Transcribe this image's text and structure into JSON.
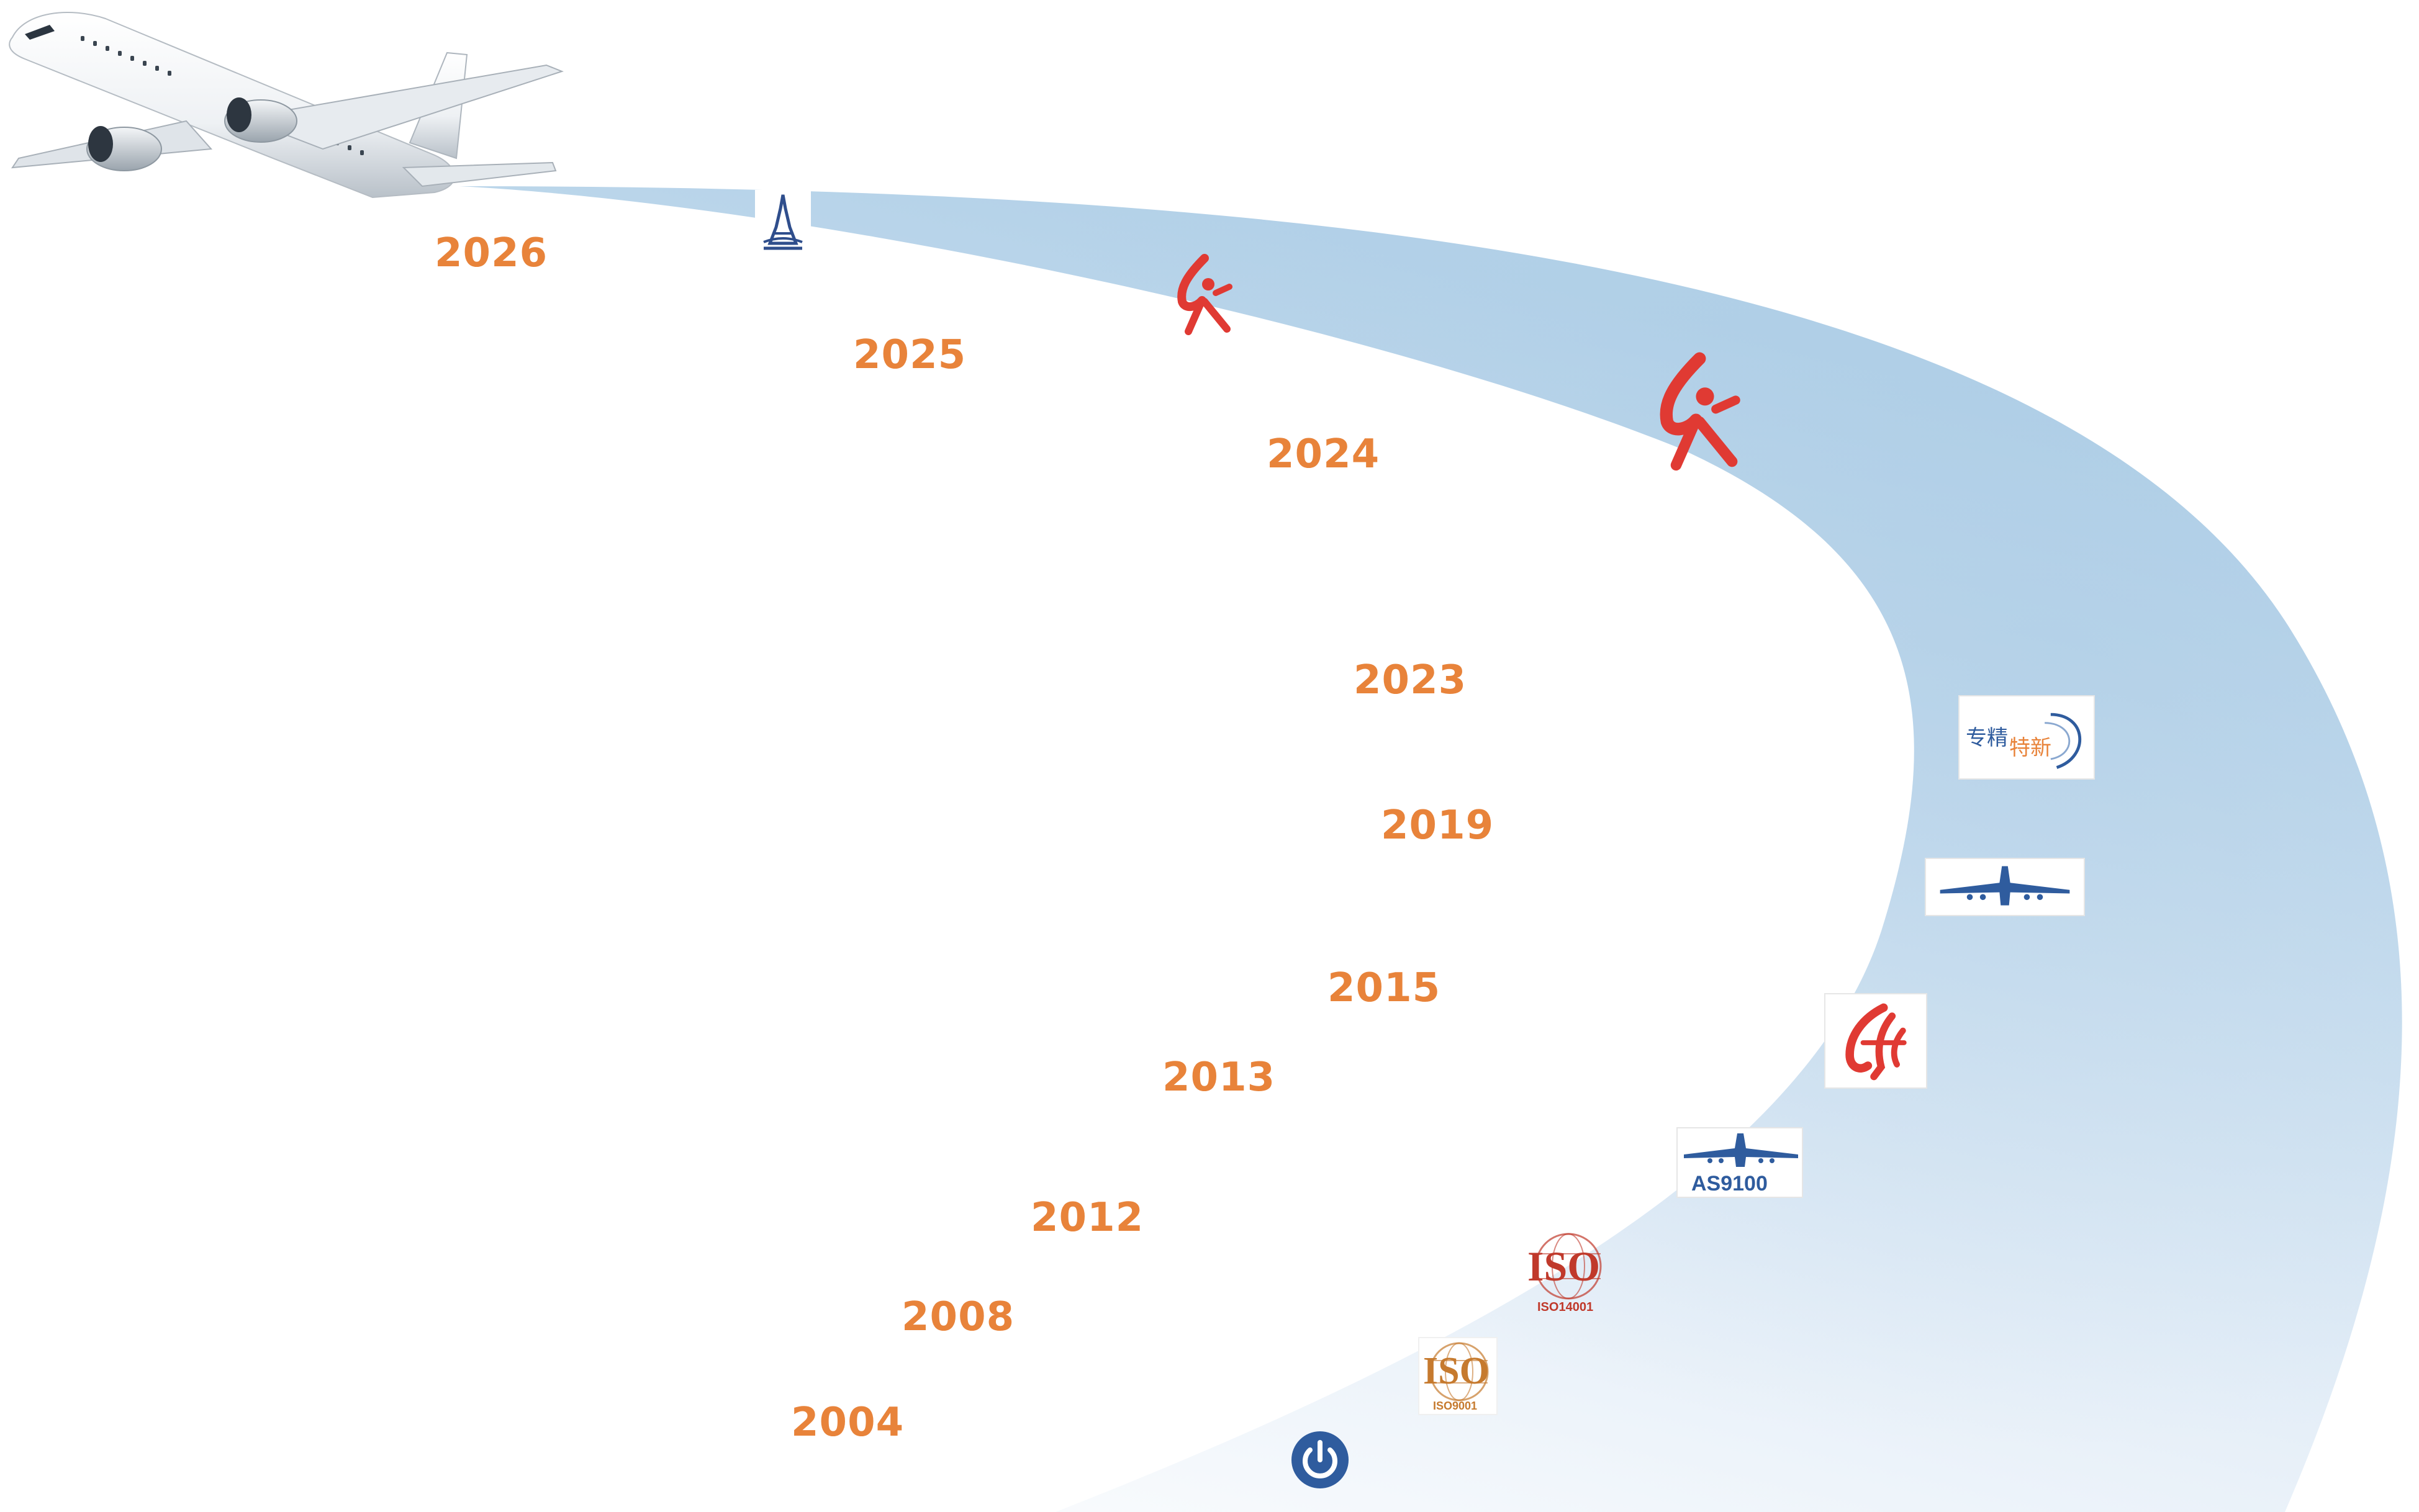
{
  "colors": {
    "year_text": "#E8833A",
    "band_light": "#EAF2F9",
    "band_dark": "#B3D1E8",
    "brand_blue": "#2F5C9E",
    "iso_red": "#C0392B",
    "iso_orange": "#C67A2E",
    "emblem_red": "#E03A33"
  },
  "timeline": {
    "years": [
      {
        "label": "2026"
      },
      {
        "label": "2025"
      },
      {
        "label": "2024"
      },
      {
        "label": "2023"
      },
      {
        "label": "2019"
      },
      {
        "label": "2015"
      },
      {
        "label": "2013"
      },
      {
        "label": "2012"
      },
      {
        "label": "2008"
      },
      {
        "label": "2004"
      }
    ]
  },
  "logos": {
    "tower": {
      "icon": "tower-emblem-icon"
    },
    "red_figure_small": {
      "icon": "red-figure-emblem-icon"
    },
    "red_figure_large": {
      "icon": "red-figure-emblem-icon"
    },
    "specialized": {
      "icon": "specialized-new-badge-icon",
      "text_a": "专精",
      "text_b": "特新"
    },
    "aviation_plane": {
      "icon": "airplane-silhouette-icon"
    },
    "air_china": {
      "icon": "phoenix-emblem-icon"
    },
    "as9100": {
      "icon": "airplane-silhouette-icon",
      "text": "AS9100"
    },
    "iso14001": {
      "icon": "globe-icon",
      "title": "ISO",
      "sub": "ISO14001"
    },
    "iso9001": {
      "icon": "globe-icon",
      "title": "ISO",
      "sub": "ISO9001"
    },
    "power": {
      "icon": "power-icon"
    }
  },
  "hero": {
    "icon": "airplane-photo-icon"
  }
}
